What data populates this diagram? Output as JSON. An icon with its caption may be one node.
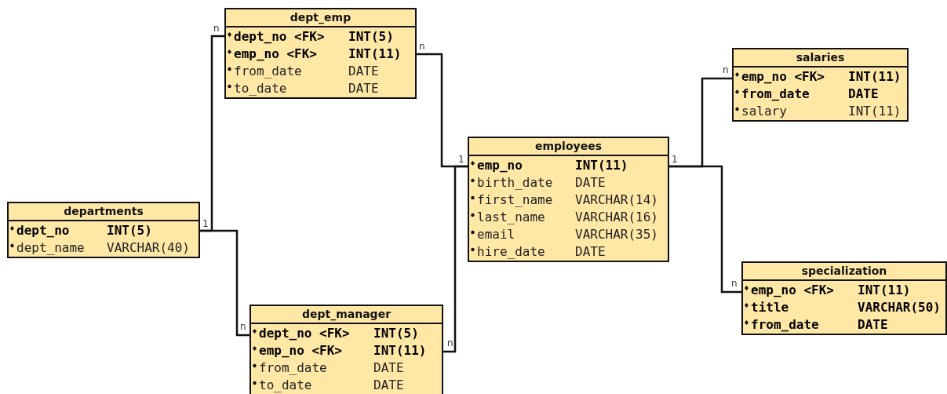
{
  "diagram": {
    "nodes": [
      {
        "text": [
          "dept_emp",
          "dept_no <FK>",
          "INT(5)",
          "emp_no <FK>",
          "INT(11)",
          "from_date",
          "DATE",
          "to_date",
          "DATE"
        ]
      },
      {
        "text": [
          "salaries",
          "emp_no <FK>",
          "INT(11)",
          "from_date",
          "DATE",
          "salary",
          "INT(11)"
        ]
      },
      {
        "text": [
          "employees",
          "emp_no",
          "INT(11)",
          "birth_date",
          "DATE",
          "first_name",
          "VARCHAR(14)",
          "last_name",
          "VARCHAR(16)",
          "email",
          "VARCHAR(35)",
          "hire_date",
          "DATE"
        ]
      },
      {
        "text": [
          "departments",
          "dept_no",
          "INT(5)",
          "dept_name",
          "VARCHAR(40)"
        ]
      },
      {
        "text": [
          "specialization",
          "emp_no <FK>",
          "INT(11)",
          "title",
          "VARCHAR(50)",
          "from_date",
          "DATE"
        ]
      },
      {
        "text": [
          "dept_manager",
          "dept_no <FK>",
          "INT(5)",
          "emp_no <FK>",
          "INT(11)",
          "from_date",
          "DATE",
          "to_date",
          "DATE"
        ]
      }
    ],
    "edges": [
      {
        "from": 3,
        "to": 0,
        "arrow": "none"
      },
      {
        "from": 3,
        "to": 5,
        "arrow": "none"
      },
      {
        "from": 0,
        "to": 2,
        "arrow": "none"
      },
      {
        "from": 5,
        "to": 2,
        "arrow": "none"
      },
      {
        "from": 2,
        "to": 1,
        "arrow": "none"
      },
      {
        "from": 2,
        "to": 4,
        "arrow": "none"
      }
    ],
    "labels": [
      "n",
      "n",
      "n",
      "1",
      "1",
      "1",
      "n",
      "n",
      "n"
    ]
  }
}
